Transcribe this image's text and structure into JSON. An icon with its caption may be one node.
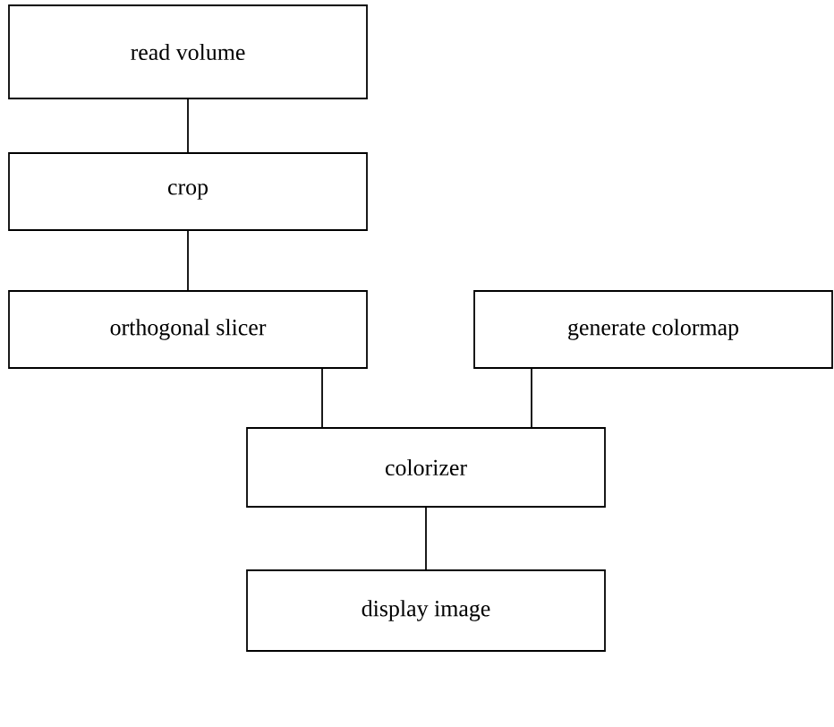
{
  "diagram": {
    "nodes": [
      {
        "text": [
          "read volume"
        ]
      },
      {
        "text": [
          "crop"
        ]
      },
      {
        "text": [
          "orthogonal slicer"
        ]
      },
      {
        "text": [
          "generate colormap"
        ]
      },
      {
        "text": [
          "colorizer"
        ]
      },
      {
        "text": [
          "display image"
        ]
      }
    ],
    "edges": [
      {
        "from": 0,
        "to": 1,
        "arrow": "none"
      },
      {
        "from": 1,
        "to": 2,
        "arrow": "none"
      },
      {
        "from": 2,
        "to": 4,
        "arrow": "none"
      },
      {
        "from": 3,
        "to": 4,
        "arrow": "none"
      },
      {
        "from": 4,
        "to": 5,
        "arrow": "none"
      }
    ]
  }
}
